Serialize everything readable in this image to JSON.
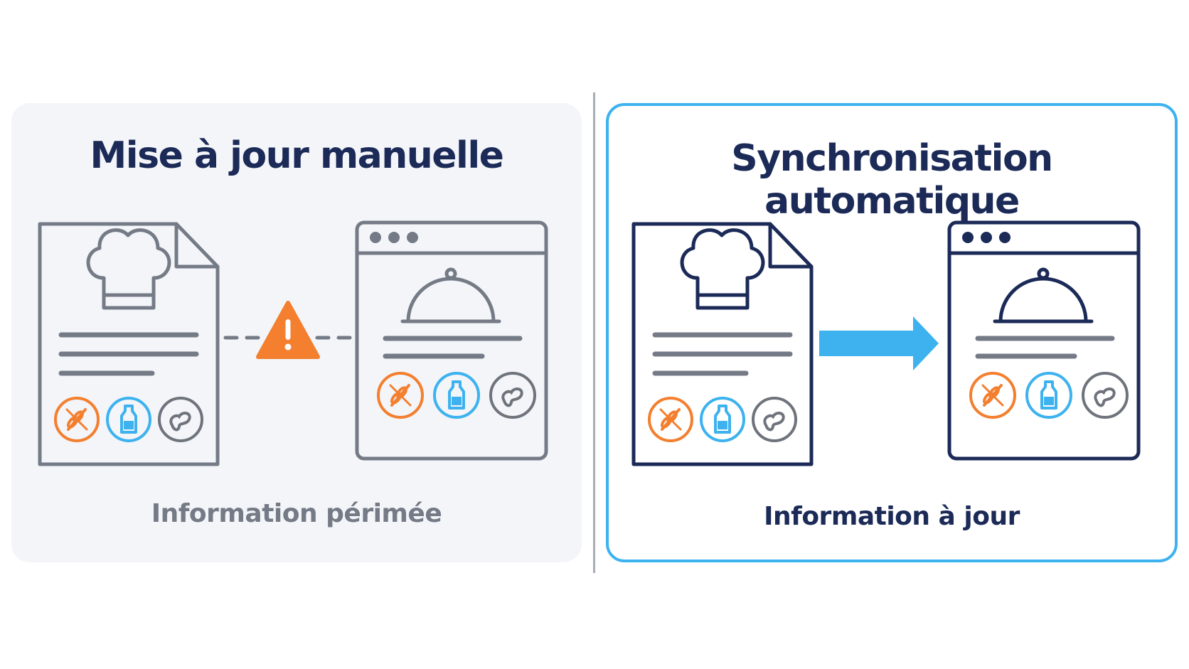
{
  "left_panel": {
    "title": "Mise à jour manuelle",
    "caption": "Information périmée",
    "stroke_color": "#757b86",
    "connector": "dashed-line-with-warning-icon",
    "warning_color": "#f37f2f"
  },
  "right_panel": {
    "title": "Synchronisation automatique",
    "caption": "Information à jour",
    "stroke_color": "#1b2a57",
    "border_color": "#3db2ef",
    "connector": "arrow-right-icon",
    "arrow_color": "#3db2ef"
  },
  "icons": {
    "document": "recipe-document-icon",
    "chef": "chef-hat-icon",
    "browser": "browser-window-icon",
    "cloche": "serving-cloche-icon",
    "allergens": [
      {
        "name": "gluten-wheat-icon",
        "color": "#f37f2f"
      },
      {
        "name": "milk-bottle-icon",
        "color": "#3db2ef"
      },
      {
        "name": "peanut-icon",
        "color": "#6e737c"
      }
    ]
  }
}
